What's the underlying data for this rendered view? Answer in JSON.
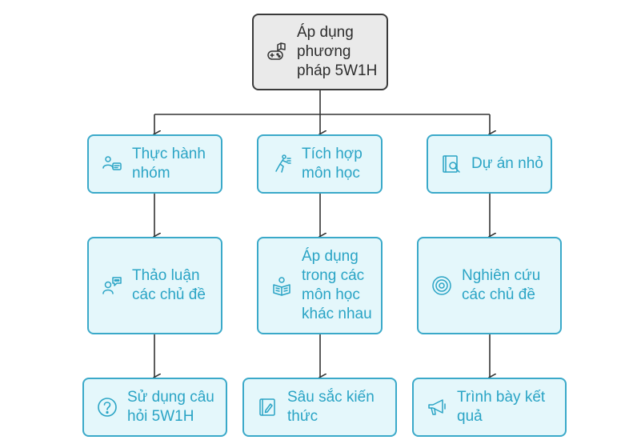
{
  "diagram": {
    "root": {
      "label": "Áp dụng phương pháp 5W1H",
      "icon": "gamepad-book-icon"
    },
    "level1": [
      {
        "label": "Thực hành nhóm",
        "icon": "group-chat-icon"
      },
      {
        "label": "Tích hợp môn học",
        "icon": "running-person-icon"
      },
      {
        "label": "Dự án nhỏ",
        "icon": "book-search-icon"
      }
    ],
    "level2": [
      {
        "label": "Thảo luận các chủ đề",
        "icon": "person-speech-icon"
      },
      {
        "label": "Áp dụng trong các môn học khác nhau",
        "icon": "reader-icon"
      },
      {
        "label": "Nghiên cứu các chủ đề",
        "icon": "target-icon"
      }
    ],
    "level3": [
      {
        "label": "Sử dụng câu hỏi 5W1H",
        "icon": "question-circle-icon"
      },
      {
        "label": "Sâu sắc kiến thức",
        "icon": "book-pen-icon"
      },
      {
        "label": "Trình bày kết quả",
        "icon": "megaphone-icon"
      }
    ],
    "colors": {
      "border": "#3aa9c9",
      "fill": "#e4f7fb",
      "text": "#2aa4c5",
      "root_fill": "#eaeaea",
      "root_border": "#3a3a3a",
      "connector": "#333333"
    }
  }
}
